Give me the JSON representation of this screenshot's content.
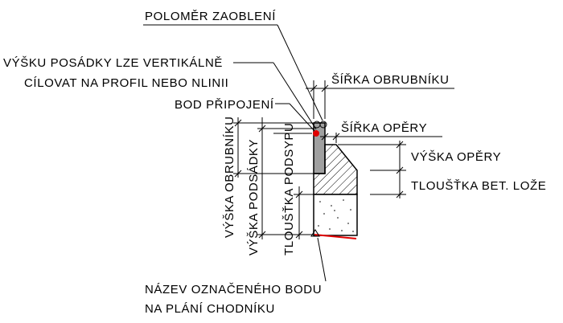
{
  "labels": {
    "fillet_radius": "POLOMĚR ZAOBLENÍ",
    "note_line1": "VÝŠKU POSÁDKY LZE VERTIKÁLNĚ",
    "note_line2": "CÍLOVAT NA PROFIL NEBO NLINII",
    "curb_width": "ŠÍŘKA OBRUBNÍKU",
    "attach_point": "BOD PŘIPOJENÍ",
    "support_width": "ŠÍŘKA OPĚRY",
    "support_height": "VÝŠKA OPĚRY",
    "bed_thickness": "TLOUŠŤKA BET. LOŽE",
    "curb_height": "VÝŠKA OBRUBNÍKU",
    "seat_height": "VÝŠKA PODSÁDKY",
    "base_thickness": "TLOUŠŤKA PODSYPU",
    "point_name_line1": "NÁZEV OZNAČENÉHO BODU",
    "point_name_line2": "NA PLÁNÍ CHODNÍKU"
  },
  "colors": {
    "line": "#000000",
    "curb_fill": "#a0a0a0",
    "attach_point": "#e00000",
    "pavement_edge": "#e00000"
  }
}
